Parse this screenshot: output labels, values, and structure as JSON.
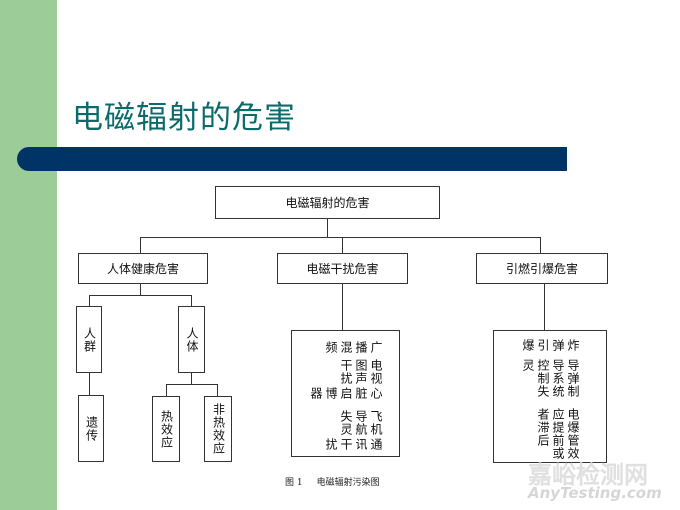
{
  "title": "电磁辐射的危害",
  "diagram": {
    "root": "电磁辐射的危害",
    "branches": [
      "人体健康危害",
      "电磁干扰危害",
      "引燃引爆危害"
    ],
    "health": {
      "group": "人群",
      "body": "人体",
      "heredity": "遗传",
      "thermal": "热效应",
      "nonthermal": "非热效应"
    },
    "interference": [
      "广播混频",
      "电视图声干扰",
      "心脏启博器",
      "飞机导航失灵",
      "通讯干扰"
    ],
    "explosion": [
      "炸弹引爆",
      "导弹制导系统控制失灵",
      "电爆管效应提前或者滞后"
    ]
  },
  "caption": {
    "label": "图 1",
    "text": "电磁辐射污染图"
  },
  "watermark": {
    "cn": "嘉峪检测网",
    "en": "AnyTesting.com"
  }
}
